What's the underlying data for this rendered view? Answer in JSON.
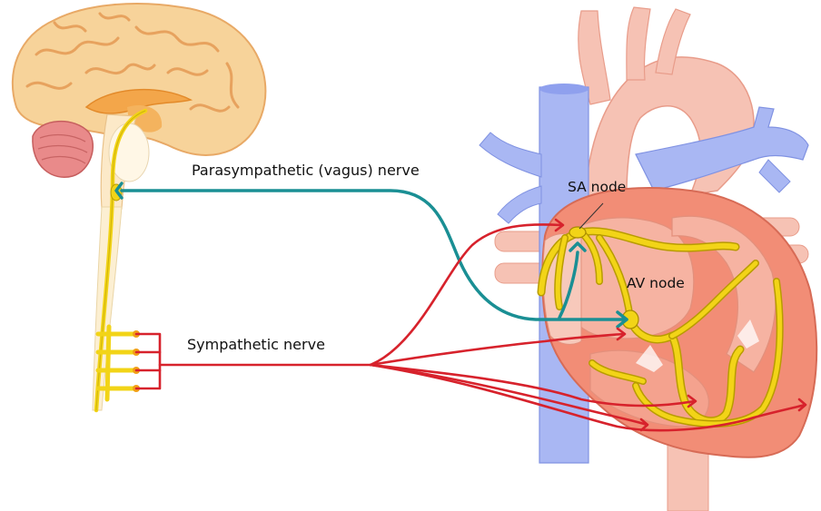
{
  "labels": {
    "parasympathetic": "Parasympathetic (vagus) nerve",
    "sympathetic": "Sympathetic nerve",
    "sa_node": "SA node",
    "av_node": "AV node"
  },
  "colors": {
    "parasympathetic_nerve": "#1a8f94",
    "sympathetic_nerve": "#d7222c",
    "conduction_pathway": "#f2d417",
    "vena_cava": "#a9b7f3",
    "aorta": "#f6c2b4",
    "heart_muscle": "#f28d76",
    "brain": "#f7d39a"
  }
}
